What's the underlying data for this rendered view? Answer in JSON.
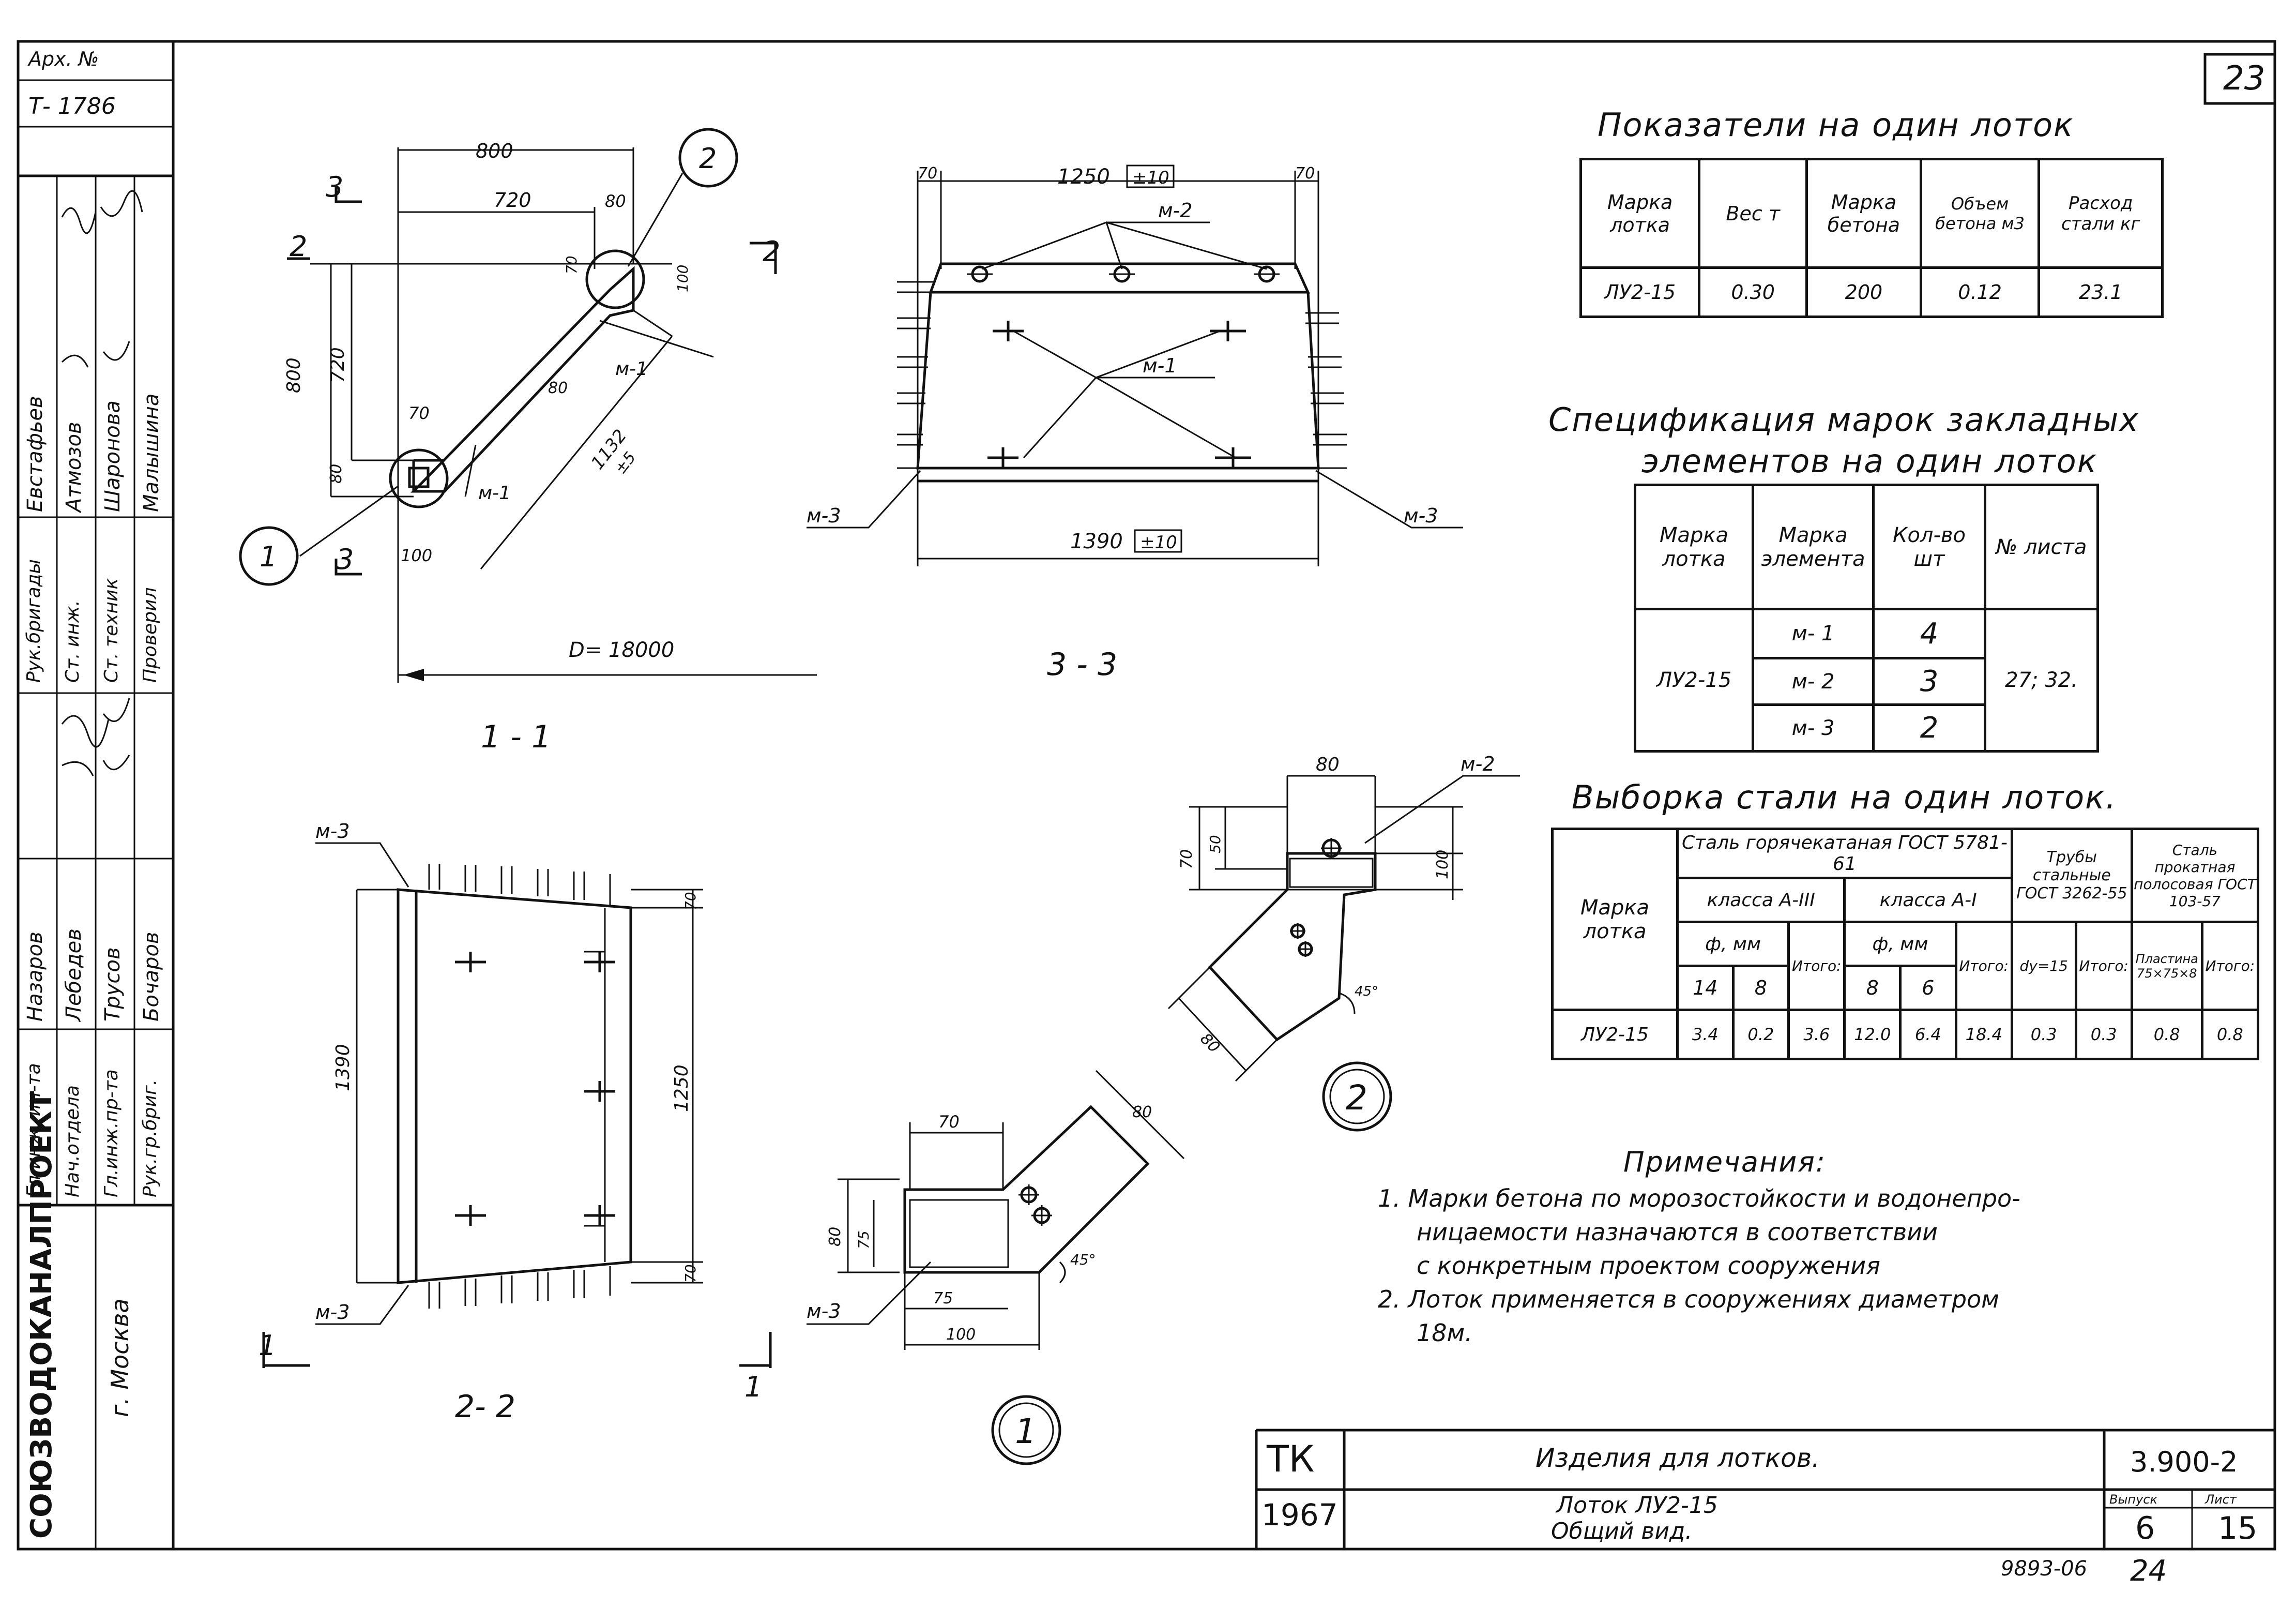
{
  "sheet_number": "23",
  "page_bottom": {
    "code": "9893-06",
    "page": "24"
  },
  "left_stamp": {
    "arch_label": "Арх. №",
    "arch_number": "Т- 1786",
    "organization": "СОЮЗВОДОКАНАЛПРОЕКТ",
    "city": "г. Москва",
    "roles": [
      "Гл.инж. ин-та",
      "Нач.отдела",
      "Гл.инж.пр-та",
      "Рук.гр.бриг.",
      "Рук.бригады",
      "Ст. инж.",
      "Ст. техник",
      "Проверил"
    ],
    "names": [
      "Назаров",
      "Лебедев",
      "Трусов",
      "Бочаров",
      "Евстафьев",
      "Атмозов",
      "Шаронова",
      "Малышина"
    ]
  },
  "drawing": {
    "view_1_1": {
      "title": "1 - 1",
      "dims": [
        "800",
        "720",
        "80",
        "800",
        "720",
        "80",
        "70",
        "100",
        "70",
        "100",
        "80",
        "1132",
        "±5",
        "D= 18000"
      ],
      "cut_marks": [
        "3",
        "3",
        "2",
        "2"
      ],
      "callouts": [
        "1",
        "2"
      ],
      "labels": [
        "м-1",
        "м-1"
      ]
    },
    "view_3_3": {
      "title": "3 - 3",
      "dims": [
        "1250",
        "±10",
        "70",
        "70",
        "1390",
        "±10"
      ],
      "labels": [
        "м-2",
        "м-1",
        "м-3",
        "м-3"
      ]
    },
    "view_2_2": {
      "title": "2- 2",
      "dims": [
        "1390",
        "1250",
        "70",
        "70"
      ],
      "labels": [
        "м-3",
        "м-3"
      ],
      "cut_marks": [
        "1",
        "1"
      ]
    },
    "detail_1": {
      "dims": [
        "70",
        "80",
        "80",
        "75",
        "75",
        "100",
        "45°"
      ],
      "labels": [
        "м-3"
      ],
      "callout": "1"
    },
    "detail_2": {
      "dims": [
        "80",
        "70",
        "50",
        "100",
        "80",
        "45°"
      ],
      "labels": [
        "м-2"
      ],
      "callout": "2"
    }
  },
  "indicators": {
    "title": "Показатели на один лоток",
    "headers": [
      "Марка лотка",
      "Вес т",
      "Марка бетона",
      "Объем бетона м3",
      "Расход стали кг"
    ],
    "row": [
      "ЛУ2-15",
      "0.30",
      "200",
      "0.12",
      "23.1"
    ]
  },
  "spec": {
    "title_line1": "Спецификация марок закладных",
    "title_line2": "элементов на один лоток",
    "headers": [
      "Марка лотка",
      "Марка элемента",
      "Кол-во шт",
      "№ листа"
    ],
    "lotok": "ЛУ2-15",
    "sheets": "27; 32.",
    "rows": [
      {
        "el": "м- 1",
        "qty": "4"
      },
      {
        "el": "м- 2",
        "qty": "3"
      },
      {
        "el": "м- 3",
        "qty": "2"
      }
    ]
  },
  "steel": {
    "title": "Выборка стали на один лоток.",
    "mark_label": "Марка лотка",
    "hot_rolled": "Сталь горячекатаная ГОСТ 5781-61",
    "class3": "класса А-III",
    "class1": "класса А-I",
    "phi_mm": "ф, мм",
    "total": "Итого:",
    "pipes": "Трубы стальные ГОСТ 3262-55",
    "strip": "Сталь прокатная полосовая ГОСТ 103-57",
    "dy": "dу=15",
    "plate": "Пластина 75×75×8",
    "sizes": [
      "14",
      "8",
      "8",
      "6"
    ],
    "row": [
      "ЛУ2-15",
      "3.4",
      "0.2",
      "3.6",
      "12.0",
      "6.4",
      "18.4",
      "0.3",
      "0.3",
      "0.8",
      "0.8"
    ]
  },
  "notes": {
    "title": "Примечания:",
    "lines": [
      "1. Марки бетона по морозостойкости и водонепро-",
      "ницаемости назначаются в соответствии",
      "с конкретным проектом сооружения",
      "2. Лоток применяется в сооружениях диаметром",
      "18м."
    ]
  },
  "title_block": {
    "code": "ТК",
    "year": "1967",
    "name1": "Изделия для лотков.",
    "name2": "Лоток ЛУ2-15",
    "name3": "Общий вид.",
    "series": "3.900-2",
    "issue_label": "Выпуск",
    "sheet_label": "Лист",
    "issue": "6",
    "sheet": "15"
  }
}
